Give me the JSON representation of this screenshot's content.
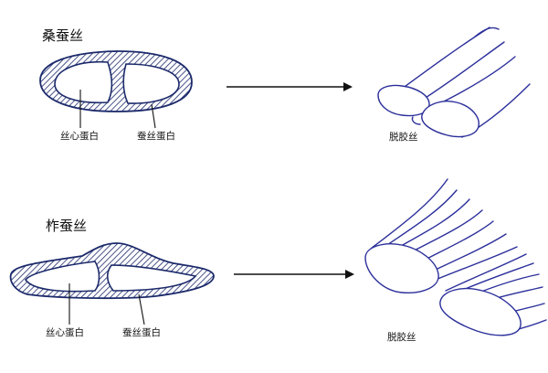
{
  "rows": [
    {
      "title": "桑蚕丝",
      "label_fibroin": "丝心蛋白",
      "label_sericin": "蚕丝蛋白",
      "label_degummed": "脱胶丝"
    },
    {
      "title": "柞蚕丝",
      "label_fibroin": "丝心蛋白",
      "label_sericin": "蚕丝蛋白",
      "label_degummed": "脱胶丝"
    }
  ],
  "colors": {
    "outline": "#1c2a6b",
    "fiber": "#2b2f9a",
    "text": "#111111"
  }
}
